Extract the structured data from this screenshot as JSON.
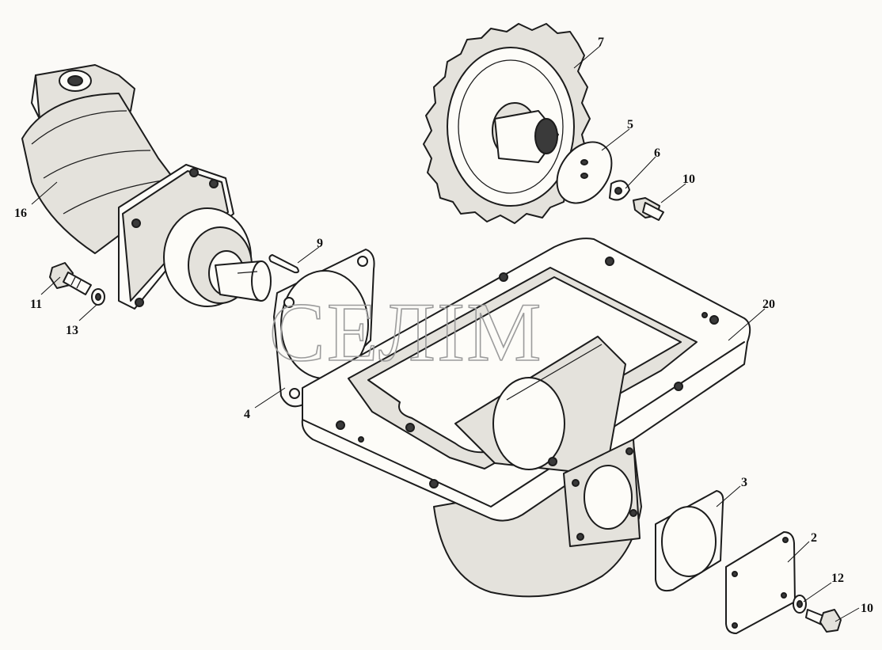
{
  "watermark": "СЕЛІМ",
  "callouts": [
    {
      "id": "part-16",
      "label": "16"
    },
    {
      "id": "part-7",
      "label": "7"
    },
    {
      "id": "part-5",
      "label": "5"
    },
    {
      "id": "part-6",
      "label": "6"
    },
    {
      "id": "part-10a",
      "label": "10"
    },
    {
      "id": "part-9",
      "label": "9"
    },
    {
      "id": "part-11",
      "label": "11"
    },
    {
      "id": "part-13",
      "label": "13"
    },
    {
      "id": "part-20",
      "label": "20"
    },
    {
      "id": "part-4",
      "label": "4"
    },
    {
      "id": "part-3",
      "label": "3"
    },
    {
      "id": "part-2",
      "label": "2"
    },
    {
      "id": "part-12",
      "label": "12"
    },
    {
      "id": "part-10b",
      "label": "10"
    }
  ]
}
